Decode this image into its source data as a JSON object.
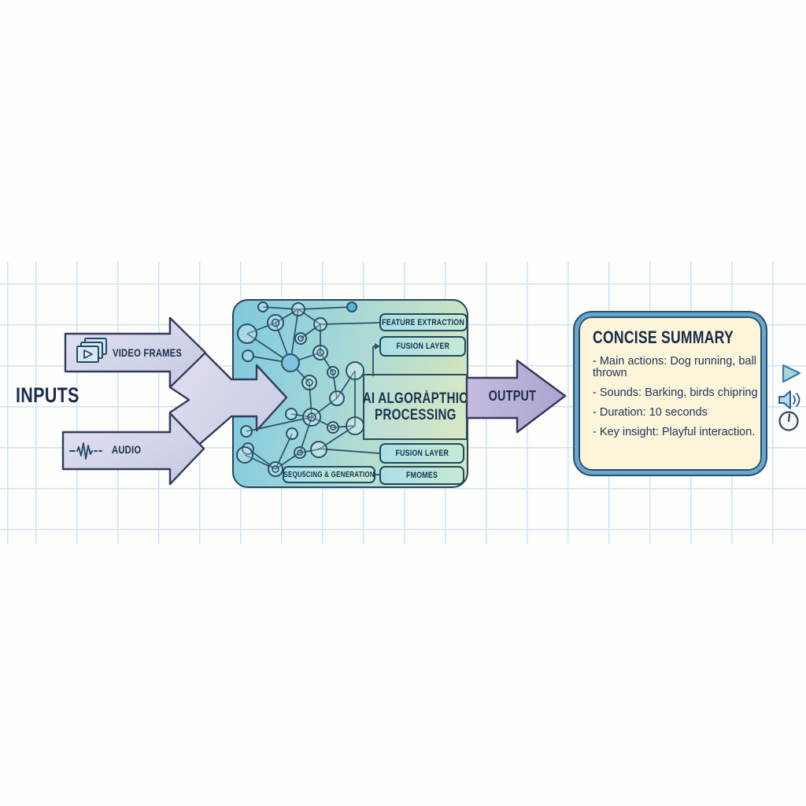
{
  "labels": {
    "inputs": "INPUTS",
    "output": "OUTPUT"
  },
  "input_arrows": [
    {
      "label": "VIDEO FRAMES",
      "icon": "film-frames-icon"
    },
    {
      "label": "AUDIO",
      "icon": "waveform-icon"
    }
  ],
  "process": {
    "title_line1": "AI ALGORȦPTHIC",
    "title_line2": "PROCESSING",
    "chips": [
      "FEATURE EXTRACTION",
      "FUSION LAYER",
      "FUSION LAYER",
      "SEQU5CING & GENERATION",
      "FMOMES"
    ]
  },
  "summary": {
    "title": "CONCISE SUMMARY",
    "bullets": [
      "- Main actions: Dog running, ball thrown",
      "- Sounds: Barking, birds chipring",
      "- Duration: 10 seconds",
      "- Key insight: Playful interaction."
    ]
  },
  "side_icons": [
    "play-icon",
    "speaker-icon",
    "clock-icon"
  ],
  "colors": {
    "ink_navy": "#1b3350",
    "arrow_lavender": "#d6d7ea",
    "output_purple": "#b6aed8",
    "box_gradient_left": "#7ec9de",
    "box_gradient_right": "#d8e6ba",
    "chip_fill": "#bce4da",
    "summary_cream": "#fcf5d9",
    "summary_border_blue": "#64a8d2",
    "grid_line": "#cde4f0"
  }
}
